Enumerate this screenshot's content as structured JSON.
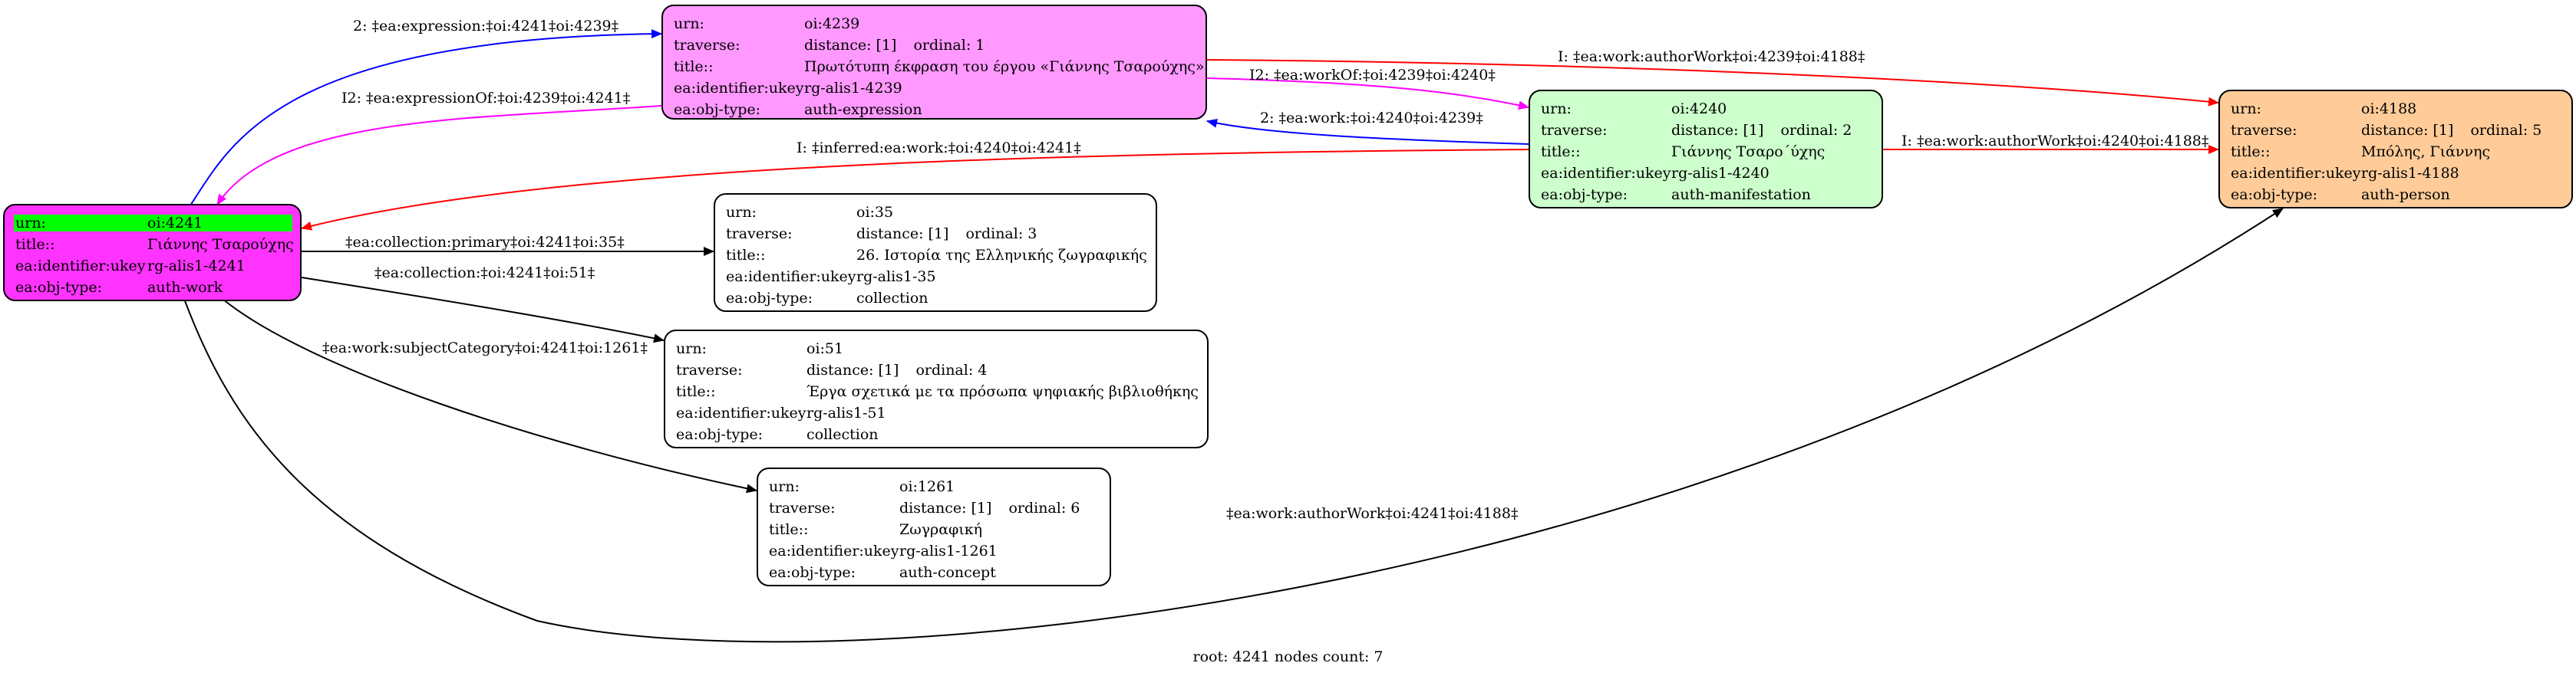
{
  "nodes": {
    "n4239": {
      "fill": "#ff99ff",
      "rows": [
        {
          "key": "urn:",
          "vals": [
            "oi:4239"
          ]
        },
        {
          "key": "traverse:",
          "vals": [
            "distance: [1]",
            "ordinal: 1"
          ]
        },
        {
          "key": "title::",
          "vals": [
            "Πρωτότυπη έκφραση του έργου «Γιάννης Τσαρούχης»"
          ]
        },
        {
          "key": "ea:identifier:ukey",
          "vals": [
            "rg-alis1-4239"
          ]
        },
        {
          "key": "ea:obj-type:",
          "vals": [
            "auth-expression"
          ]
        }
      ]
    },
    "n4240": {
      "fill": "#ccffcc",
      "rows": [
        {
          "key": "urn:",
          "vals": [
            "oi:4240"
          ]
        },
        {
          "key": "traverse:",
          "vals": [
            "distance: [1]",
            "ordinal: 2"
          ]
        },
        {
          "key": "title::",
          "vals": [
            "Γιάννης Τσαρο΄ύχης"
          ]
        },
        {
          "key": "ea:identifier:ukey",
          "vals": [
            "rg-alis1-4240"
          ]
        },
        {
          "key": "ea:obj-type:",
          "vals": [
            "auth-manifestation"
          ]
        }
      ]
    },
    "n4188": {
      "fill": "#ffcc99",
      "rows": [
        {
          "key": "urn:",
          "vals": [
            "oi:4188"
          ]
        },
        {
          "key": "traverse:",
          "vals": [
            "distance: [1]",
            "ordinal: 5"
          ]
        },
        {
          "key": "title::",
          "vals": [
            "Μπόλης, Γιάννης"
          ]
        },
        {
          "key": "ea:identifier:ukey",
          "vals": [
            "rg-alis1-4188"
          ]
        },
        {
          "key": "ea:obj-type:",
          "vals": [
            "auth-person"
          ]
        }
      ]
    },
    "n4241": {
      "fill": "#ff33ff",
      "rows": [
        {
          "key": "urn:",
          "vals": [
            "oi:4241"
          ]
        },
        {
          "key": "title::",
          "vals": [
            "Γιάννης Τσαρούχης"
          ]
        },
        {
          "key": "ea:identifier:ukey",
          "vals": [
            "rg-alis1-4241"
          ]
        },
        {
          "key": "ea:obj-type:",
          "vals": [
            "auth-work"
          ]
        }
      ]
    },
    "n35": {
      "fill": "#ffffff",
      "rows": [
        {
          "key": "urn:",
          "vals": [
            "oi:35"
          ]
        },
        {
          "key": "traverse:",
          "vals": [
            "distance: [1]",
            "ordinal: 3"
          ]
        },
        {
          "key": "title::",
          "vals": [
            "26. Ιστορία της Ελληνικής ζωγραφικής"
          ]
        },
        {
          "key": "ea:identifier:ukey",
          "vals": [
            "rg-alis1-35"
          ]
        },
        {
          "key": "ea:obj-type:",
          "vals": [
            "collection"
          ]
        }
      ]
    },
    "n51": {
      "fill": "#ffffff",
      "rows": [
        {
          "key": "urn:",
          "vals": [
            "oi:51"
          ]
        },
        {
          "key": "traverse:",
          "vals": [
            "distance: [1]",
            "ordinal: 4"
          ]
        },
        {
          "key": "title::",
          "vals": [
            "Έργα σχετικά με τα πρόσωπα ψηφιακής βιβλιοθήκης"
          ]
        },
        {
          "key": "ea:identifier:ukey",
          "vals": [
            "rg-alis1-51"
          ]
        },
        {
          "key": "ea:obj-type:",
          "vals": [
            "collection"
          ]
        }
      ]
    },
    "n1261": {
      "fill": "#ffffff",
      "rows": [
        {
          "key": "urn:",
          "vals": [
            "oi:1261"
          ]
        },
        {
          "key": "traverse:",
          "vals": [
            "distance: [1]",
            "ordinal: 6"
          ]
        },
        {
          "key": "title::",
          "vals": [
            "Ζωγραφική"
          ]
        },
        {
          "key": "ea:identifier:ukey",
          "vals": [
            "rg-alis1-1261"
          ]
        },
        {
          "key": "ea:obj-type:",
          "vals": [
            "auth-concept"
          ]
        }
      ]
    }
  },
  "edges": [
    {
      "label": "2: ‡ea:expression:‡oi:4241‡oi:4239‡",
      "color": "#0000ff"
    },
    {
      "label": "I2: ‡ea:expressionOf:‡oi:4239‡oi:4241‡",
      "color": "#ff00ff"
    },
    {
      "label": "I: ‡ea:work:authorWork‡oi:4239‡oi:4188‡",
      "color": "#ff0000"
    },
    {
      "label": "I2: ‡ea:workOf:‡oi:4239‡oi:4240‡",
      "color": "#ff00ff"
    },
    {
      "label": "2: ‡ea:work:‡oi:4240‡oi:4239‡",
      "color": "#0000ff"
    },
    {
      "label": "I: ‡ea:work:authorWork‡oi:4240‡oi:4188‡",
      "color": "#ff0000"
    },
    {
      "label": "I: ‡inferred:ea:work:‡oi:4240‡oi:4241‡",
      "color": "#ff0000"
    },
    {
      "label": "‡ea:collection:primary‡oi:4241‡oi:35‡",
      "color": "#000000"
    },
    {
      "label": "‡ea:collection:‡oi:4241‡oi:51‡",
      "color": "#000000"
    },
    {
      "label": "‡ea:work:subjectCategory‡oi:4241‡oi:1261‡",
      "color": "#000000"
    },
    {
      "label": "‡ea:work:authorWork‡oi:4241‡oi:4188‡",
      "color": "#000000"
    }
  ],
  "footer": "root: 4241 nodes count: 7",
  "highlight_color": "#00ff00"
}
